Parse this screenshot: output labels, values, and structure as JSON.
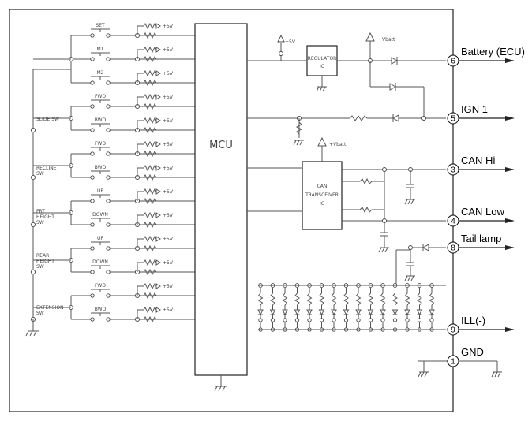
{
  "switches": [
    {
      "label": "SET",
      "vcc": "+5V"
    },
    {
      "label": "M1",
      "vcc": "+5V"
    },
    {
      "label": "M2",
      "vcc": "+5V"
    },
    {
      "label": "FWD",
      "vcc": "+5V"
    },
    {
      "label": "BWD",
      "vcc": "+5V"
    },
    {
      "label": "FWD",
      "vcc": "+5V"
    },
    {
      "label": "BWD",
      "vcc": "+5V"
    },
    {
      "label": "UP",
      "vcc": "+5V"
    },
    {
      "label": "DOWN",
      "vcc": "+5V"
    },
    {
      "label": "UP",
      "vcc": "+5V"
    },
    {
      "label": "DOWN",
      "vcc": "+5V"
    },
    {
      "label": "FWD",
      "vcc": "+5V"
    },
    {
      "label": "BWD",
      "vcc": "+5V"
    }
  ],
  "groups": {
    "slide": "SLIDE SW",
    "recline_1": "RECLINE",
    "recline_2": "SW",
    "frt_1": "FRT",
    "frt_2": "HEIGHT",
    "frt_3": "SW",
    "rear_1": "REAR",
    "rear_2": "HEIGHT",
    "rear_3": "SW",
    "ext_1": "EXTENSION",
    "ext_2": "SW"
  },
  "mcu": "MCU",
  "regulator": {
    "line1": "REGULATOR",
    "line2": "IC",
    "vcc": "+5V"
  },
  "can_ic": {
    "line1": "CAN",
    "line2": "TRANSCEIVER",
    "line3": "IC",
    "vcc": "+Vbatt"
  },
  "vbatt_top": "+Vbatt",
  "pins": [
    {
      "num": "6",
      "name": "Battery (ECU)"
    },
    {
      "num": "5",
      "name": "IGN 1"
    },
    {
      "num": "3",
      "name": "CAN Hi"
    },
    {
      "num": "4",
      "name": "CAN Low"
    },
    {
      "num": "8",
      "name": "Tail lamp"
    },
    {
      "num": "9",
      "name": "ILL(-)"
    },
    {
      "num": "1",
      "name": "GND"
    }
  ]
}
